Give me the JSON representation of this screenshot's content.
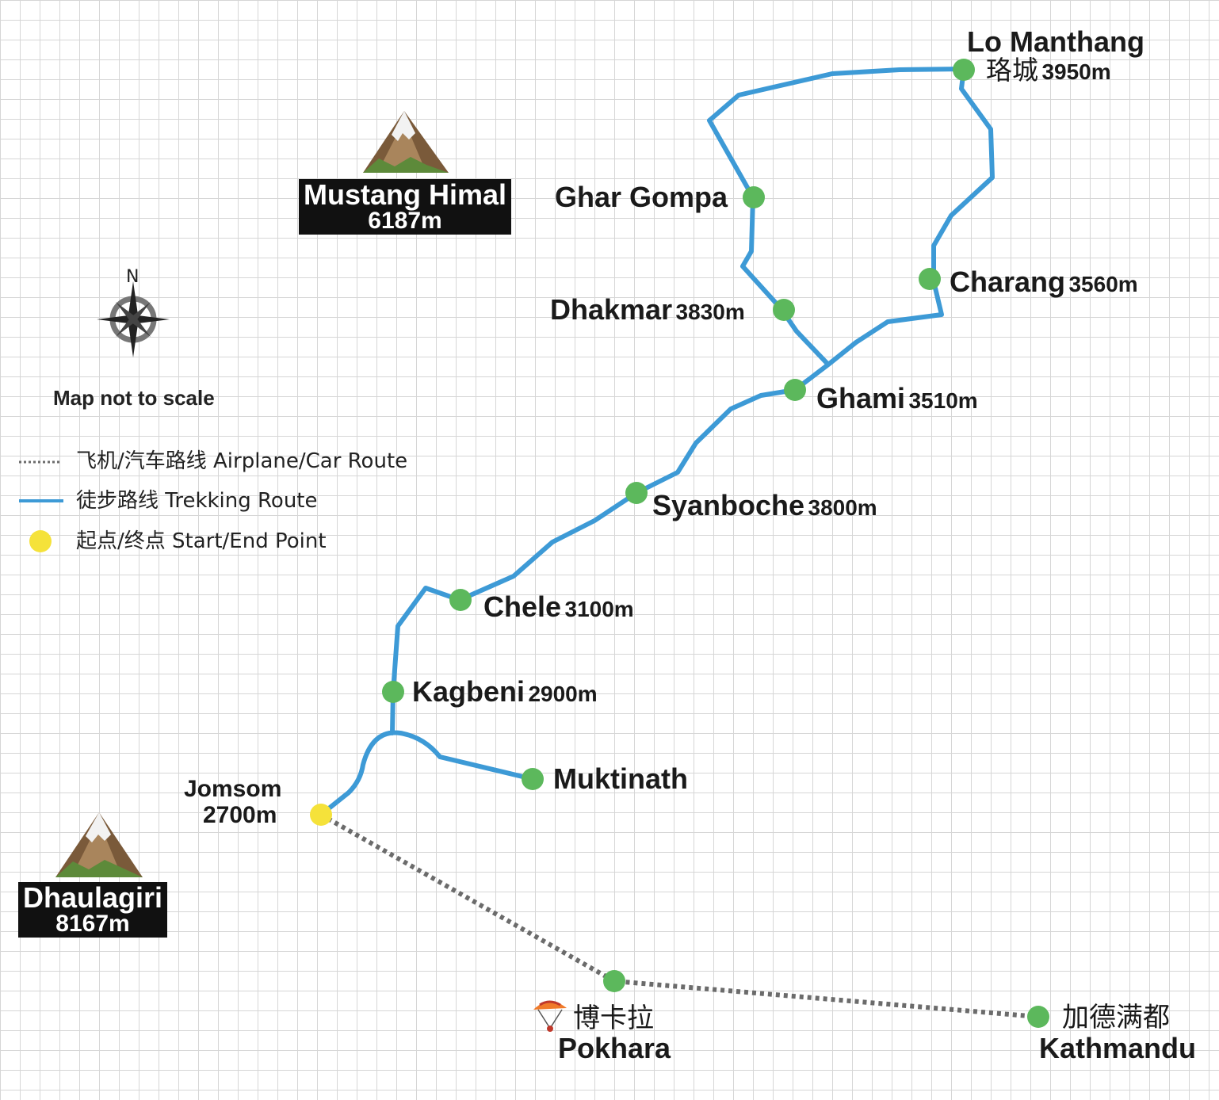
{
  "notes": {
    "scale_note": "Map not to scale",
    "compass_letter": "N"
  },
  "legend": {
    "items": [
      {
        "symbol": "dotted-line",
        "label": "飞机/汽车路线 Airplane/Car Route",
        "color": "#666666"
      },
      {
        "symbol": "blue-line",
        "label": "徒步路线 Trekking Route",
        "color": "#3d9ad6"
      },
      {
        "symbol": "yellow-dot",
        "label": "起点/终点 Start/End Point",
        "color": "#f5e23a"
      }
    ]
  },
  "peaks": [
    {
      "name": "Mustang Himal",
      "elevation": "6187m"
    },
    {
      "name": "Dhaulagiri",
      "elevation": "8167m"
    }
  ],
  "places": {
    "lo_manthang": {
      "name": "Lo Manthang",
      "name_cn": "珞城",
      "elevation": "3950m"
    },
    "ghar_gompa": {
      "name": "Ghar Gompa"
    },
    "charang": {
      "name": "Charang",
      "elevation": "3560m"
    },
    "dhakmar": {
      "name": "Dhakmar",
      "elevation": "3830m"
    },
    "ghami": {
      "name": "Ghami",
      "elevation": "3510m"
    },
    "syanboche": {
      "name": "Syanboche",
      "elevation": "3800m"
    },
    "chele": {
      "name": "Chele",
      "elevation": "3100m"
    },
    "kagbeni": {
      "name": "Kagbeni",
      "elevation": "2900m"
    },
    "muktinath": {
      "name": "Muktinath"
    },
    "jomsom": {
      "name": "Jomsom",
      "elevation": "2700m"
    },
    "pokhara": {
      "name": "Pokhara",
      "name_cn": "博卡拉"
    },
    "kathmandu": {
      "name": "Kathmandu",
      "name_cn": "加德满都"
    }
  },
  "colors": {
    "trek_route": "#3d9ad6",
    "car_route": "#666666",
    "waypoint": "#5cb85c",
    "start_end": "#f5e23a"
  }
}
